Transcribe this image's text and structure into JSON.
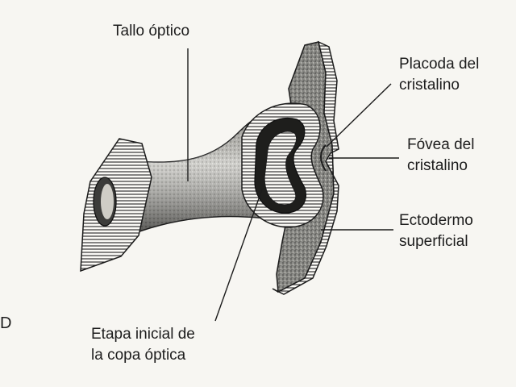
{
  "panel_letter": "D",
  "labels": {
    "optic_stalk": "Tallo óptico",
    "lens_placode": [
      "Placoda del",
      "cristalino"
    ],
    "lens_pit": [
      "Fóvea del",
      "cristalino"
    ],
    "surface_ectoderm": [
      "Ectodermo",
      "superficial"
    ],
    "optic_cup": [
      "Etapa inicial de",
      "la copa óptica"
    ]
  }
}
